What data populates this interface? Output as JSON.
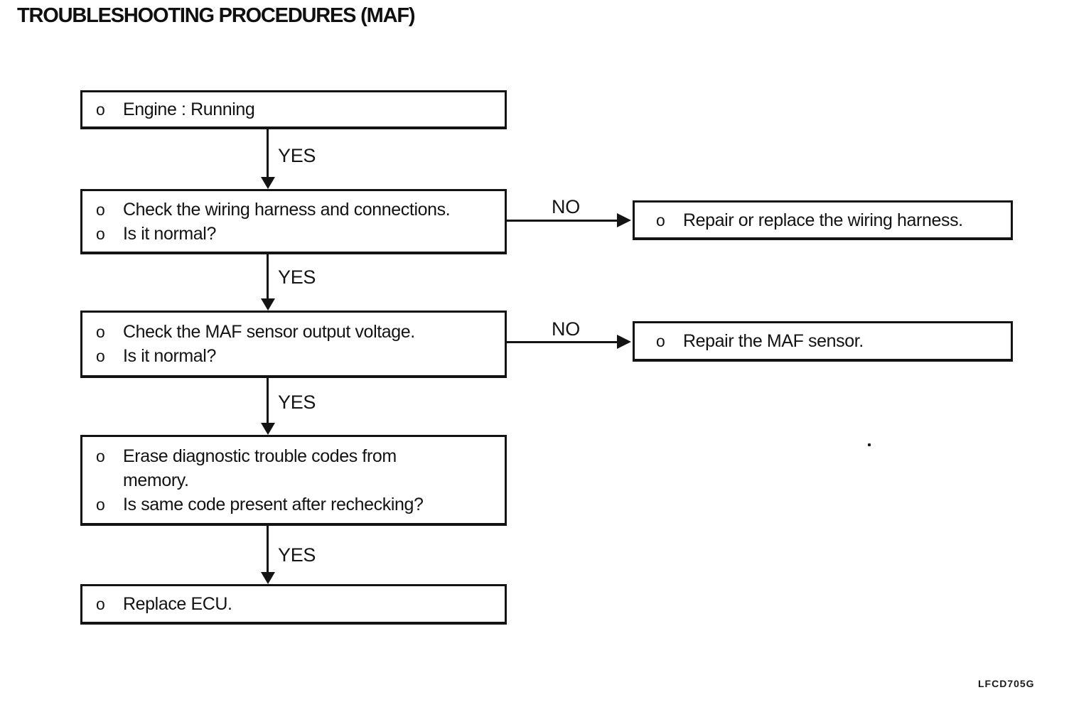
{
  "page": {
    "title": "TROUBLESHOOTING PROCEDURES (MAF)",
    "figure_code": "LFCD705G"
  },
  "colors": {
    "ink": "#141414",
    "paper": "#ffffff"
  },
  "labels": {
    "yes": "YES",
    "no": "NO"
  },
  "boxes": [
    {
      "id": "engine-running",
      "lines": [
        {
          "bullet": "o",
          "text": "Engine : Running"
        }
      ]
    },
    {
      "id": "check-wiring-harness",
      "lines": [
        {
          "bullet": "o",
          "text": "Check the wiring harness and connections."
        },
        {
          "bullet": "o",
          "text": "Is it normal?"
        }
      ]
    },
    {
      "id": "check-maf-voltage",
      "lines": [
        {
          "bullet": "o",
          "text": "Check the MAF sensor output voltage."
        },
        {
          "bullet": "o",
          "text": "Is it normal?"
        }
      ]
    },
    {
      "id": "erase-diagnostic-codes",
      "lines": [
        {
          "bullet": "o",
          "text": "Erase diagnostic trouble codes from"
        },
        {
          "bullet": "",
          "text": "memory."
        },
        {
          "bullet": "o",
          "text": "Is same code present after rechecking?"
        }
      ]
    },
    {
      "id": "replace-ecu",
      "lines": [
        {
          "bullet": "o",
          "text": "Replace ECU."
        }
      ]
    },
    {
      "id": "repair-wiring-harness",
      "lines": [
        {
          "bullet": "o",
          "text": "Repair or replace the wiring harness."
        }
      ]
    },
    {
      "id": "repair-maf-sensor",
      "lines": [
        {
          "bullet": "o",
          "text": "Repair the MAF sensor."
        }
      ]
    }
  ]
}
